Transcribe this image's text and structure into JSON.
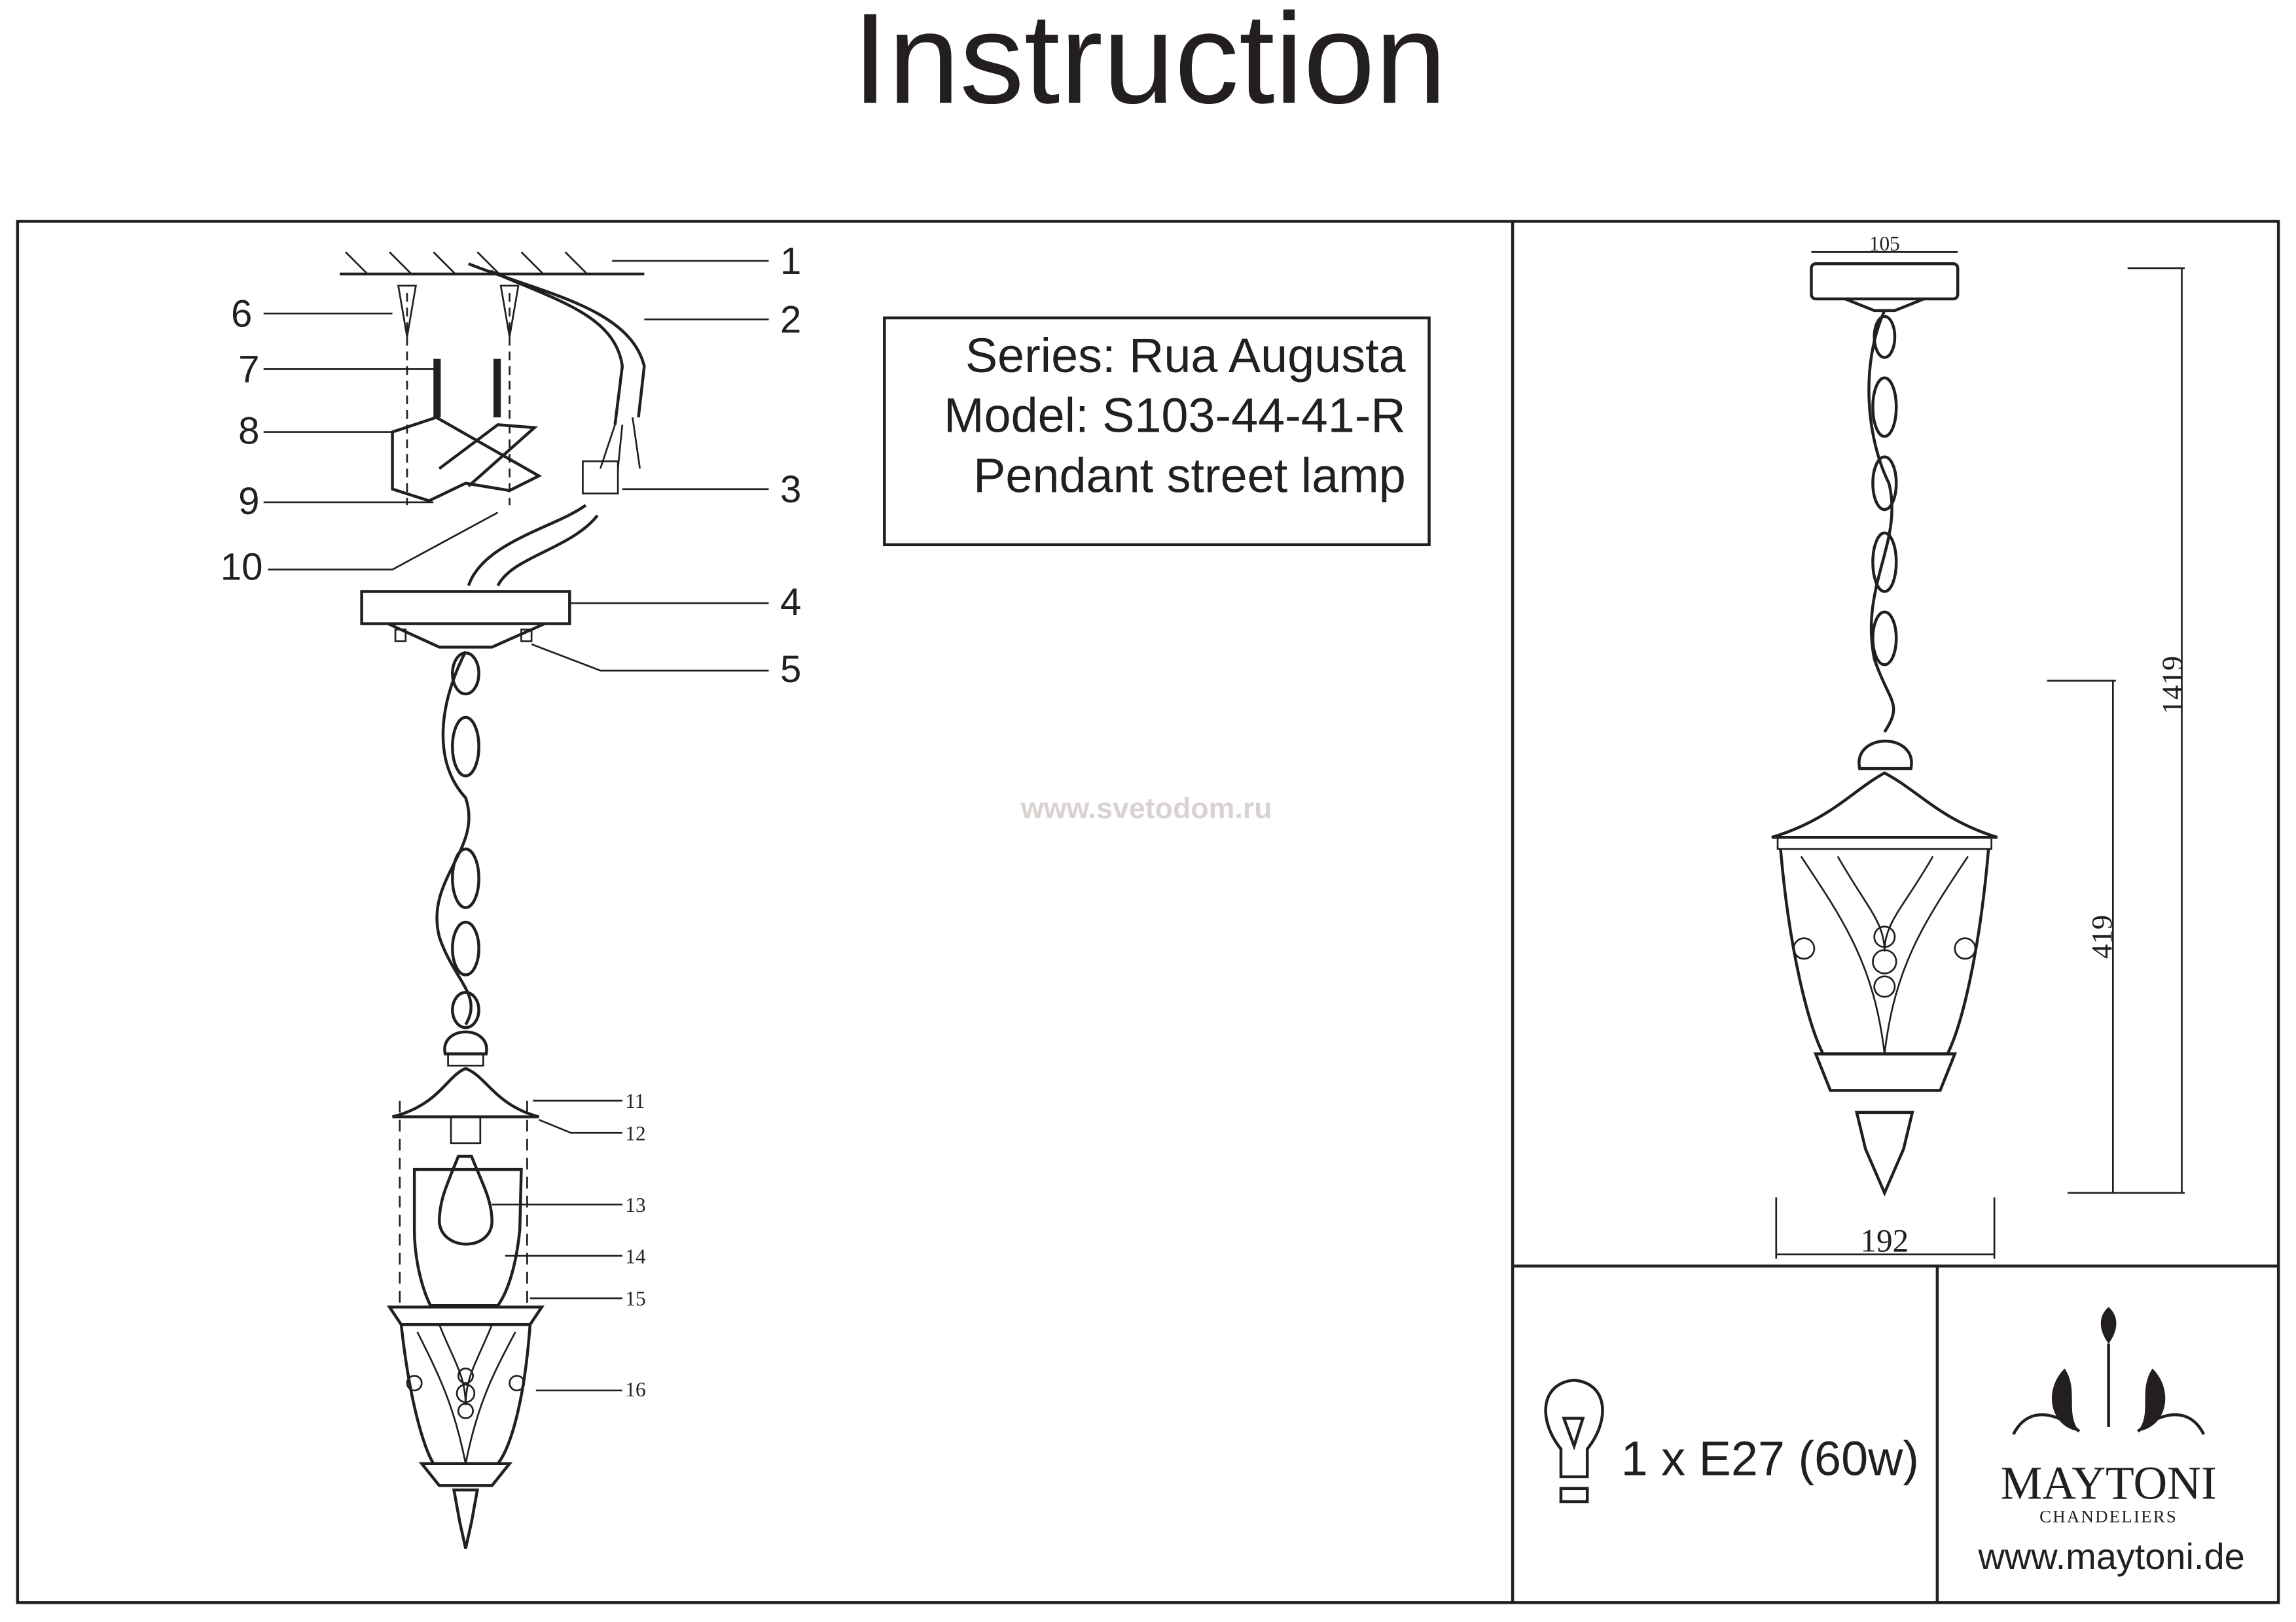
{
  "title": "Instruction",
  "info_box": {
    "series": "Series: Rua Augusta",
    "model": "Model: S103-44-41-R",
    "type": "Pendant street lamp"
  },
  "watermark": "www.svetodom.ru",
  "part_labels": [
    "1",
    "2",
    "3",
    "4",
    "5",
    "6",
    "7",
    "8",
    "9",
    "10",
    "11",
    "12",
    "13",
    "14",
    "15",
    "16"
  ],
  "dimensions": {
    "canopy_width": "105",
    "shade_width": "192",
    "total_height": "1419",
    "lantern_height": "419"
  },
  "bulb_spec": "1 x E27 (60w)",
  "brand": {
    "name": "MAYTONI",
    "tagline": "CHANDELIERS",
    "website": "www.maytoni.de"
  },
  "colors": {
    "ink": "#231f20",
    "watermark": "#d9d2d0"
  }
}
